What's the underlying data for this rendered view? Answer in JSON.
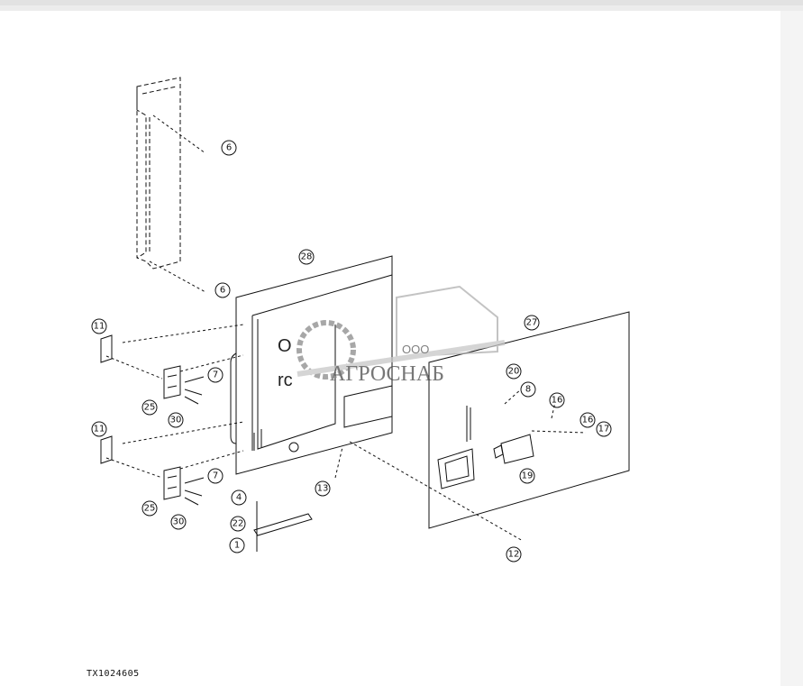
{
  "watermark": {
    "line1": "ООО",
    "line2": "АГРОСНАБ"
  },
  "ghost_text": {
    "line1": "О",
    "line2": "rc"
  },
  "callouts": [
    "6",
    "6",
    "28",
    "11",
    "7",
    "25",
    "30",
    "11",
    "7",
    "25",
    "30",
    "4",
    "22",
    "1",
    "13",
    "27",
    "20",
    "8",
    "16",
    "16",
    "17",
    "19",
    "12"
  ],
  "figure_code": "TX1024605",
  "colors": {
    "line": "#111111",
    "watermark": "#9a9a9a"
  }
}
